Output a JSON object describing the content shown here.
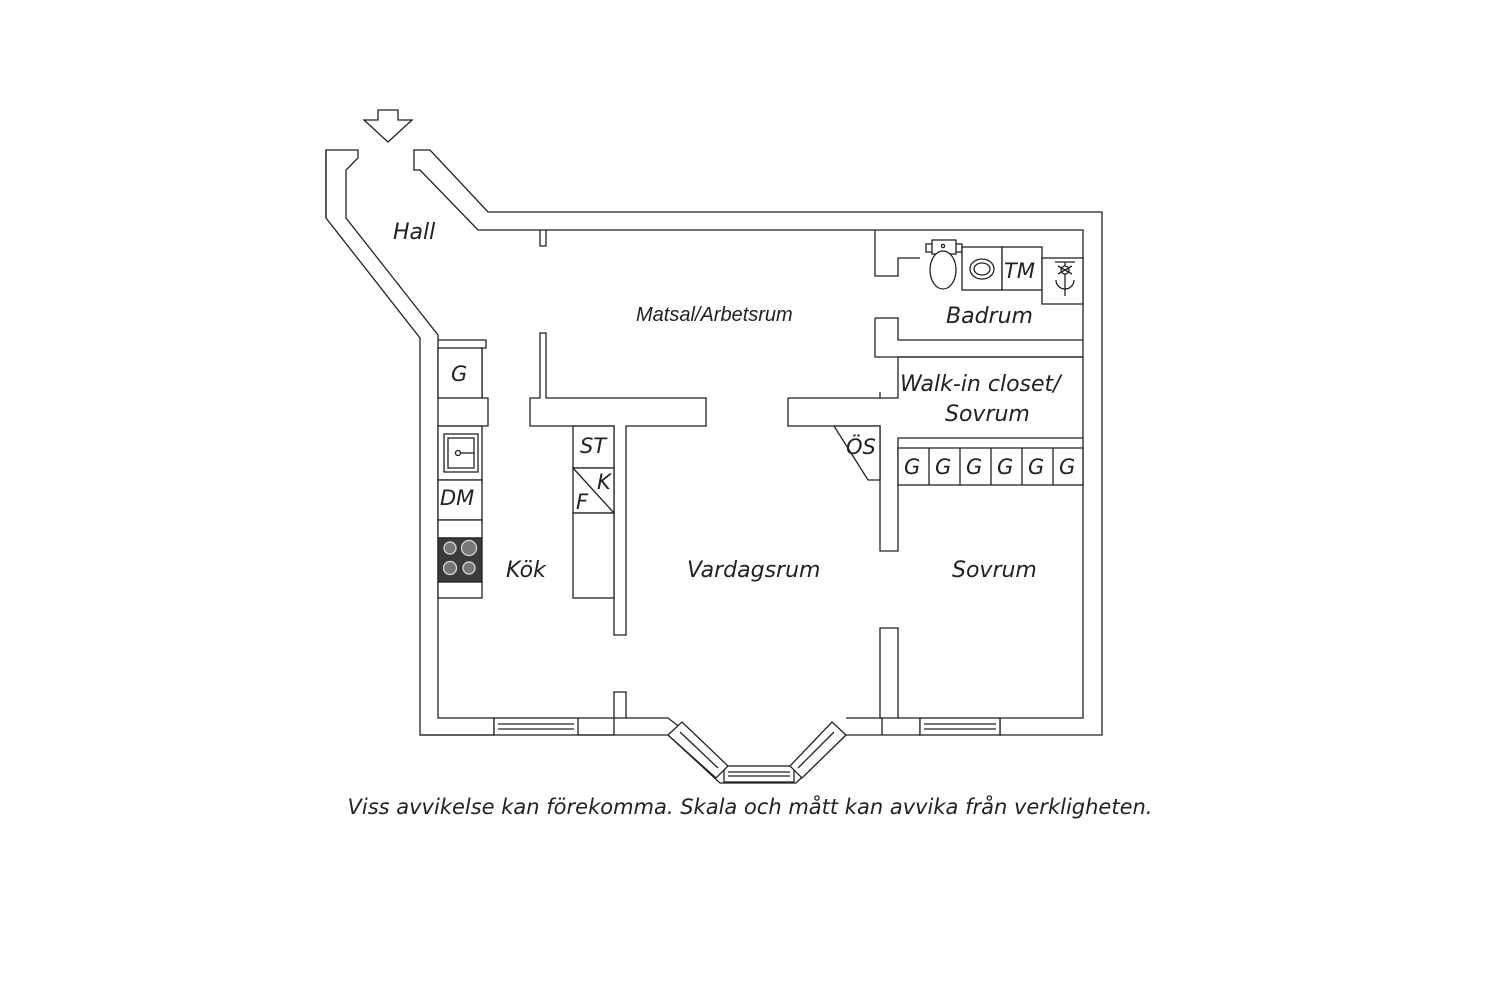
{
  "rooms": {
    "hall": "Hall",
    "matsal": "Matsal/Arbetsrum",
    "badrum": "Badrum",
    "walkin_line1": "Walk-in closet/",
    "walkin_line2": "Sovrum",
    "kok": "Kök",
    "vardagsrum": "Vardagsrum",
    "sovrum": "Sovrum"
  },
  "fixtures": {
    "garderob": "G",
    "diskmaskin": "DM",
    "stad": "ST",
    "frys": "F",
    "kyl": "K",
    "overskap": "ÖS",
    "tvattmaskin": "TM"
  },
  "disclaimer": "Viss avvikelse kan förekomma. Skala och mått kan avvika från verkligheten."
}
